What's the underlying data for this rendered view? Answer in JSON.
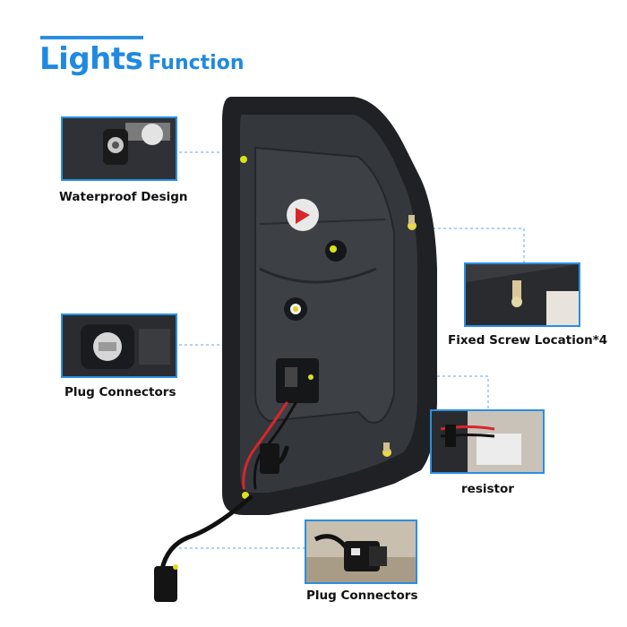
{
  "header": {
    "title_big": "Lights",
    "title_small": "Function"
  },
  "callouts": {
    "waterproof": "Waterproof Design",
    "plug_left": "Plug Connectors",
    "fixed_screw": "Fixed Screw Location*4",
    "resistor": "resistor",
    "plug_bottom": "Plug Connectors"
  },
  "colors": {
    "accent": "#2a8fe0",
    "housing": "#2a2c30",
    "wire_red": "#d8262b"
  }
}
